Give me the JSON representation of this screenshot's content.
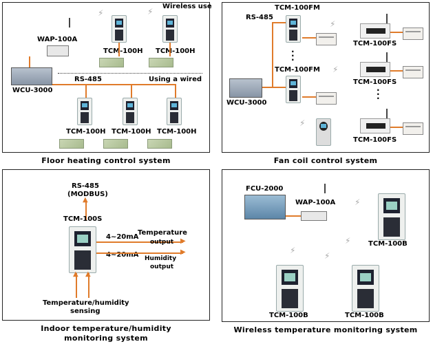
{
  "panels": {
    "floor": {
      "caption": "Floor heating control system",
      "wireless_use": "Wireless use",
      "wap": "WAP-100A",
      "wcu": "WCU-3000",
      "rs485": "RS-485",
      "wired": "Using a wired",
      "tcm_top": [
        "TCM-100H",
        "TCM-100H"
      ],
      "tcm_bottom": [
        "TCM-100H",
        "TCM-100H",
        "TCM-100H"
      ]
    },
    "fancoil": {
      "caption": "Fan coil control system",
      "rs485": "RS-485",
      "tcm_fm_top": "TCM-100FM",
      "tcm_fm_mid": "TCM-100FM",
      "wcu": "WCU-3000",
      "fs": [
        "TCM-100FS",
        "TCM-100FS",
        "TCM-100FS"
      ]
    },
    "indoor": {
      "caption_line1": "Indoor temperature/humidity",
      "caption_line2": "monitoring system",
      "rs485": "RS-485",
      "modbus": "(MODBUS)",
      "tcm": "TCM-100S",
      "current1": "4~20mA",
      "current2": "4~20mA",
      "out1_a": "Temperature",
      "out1_b": "output",
      "out2_a": "Humidity",
      "out2_b": "output",
      "sensing_a": "Temperature/humidity",
      "sensing_b": "sensing"
    },
    "wirelesstemp": {
      "caption": "Wireless temperature monitoring system",
      "fcu": "FCU-2000",
      "wap": "WAP-100A",
      "tcm": [
        "TCM-100B",
        "TCM-100B",
        "TCM-100B"
      ]
    }
  }
}
